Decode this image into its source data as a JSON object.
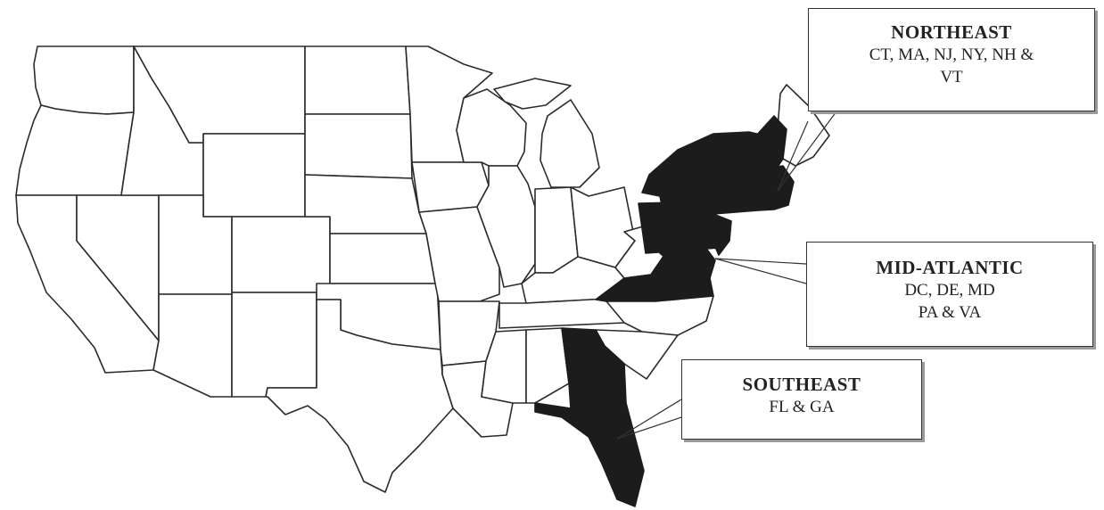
{
  "colors": {
    "state_fill": "#ffffff",
    "state_stroke": "#2b2b2b",
    "highlight_fill": "#1c1c1c"
  },
  "regions": {
    "northeast": {
      "title": "NORTHEAST",
      "line1": "CT, MA, NJ, NY, NH &",
      "line2": "VT"
    },
    "midatlantic": {
      "title": "MID-ATLANTIC",
      "line1": "DC, DE, MD",
      "line2": "PA & VA"
    },
    "southeast": {
      "title": "SOUTHEAST",
      "line1": "FL & GA"
    }
  }
}
